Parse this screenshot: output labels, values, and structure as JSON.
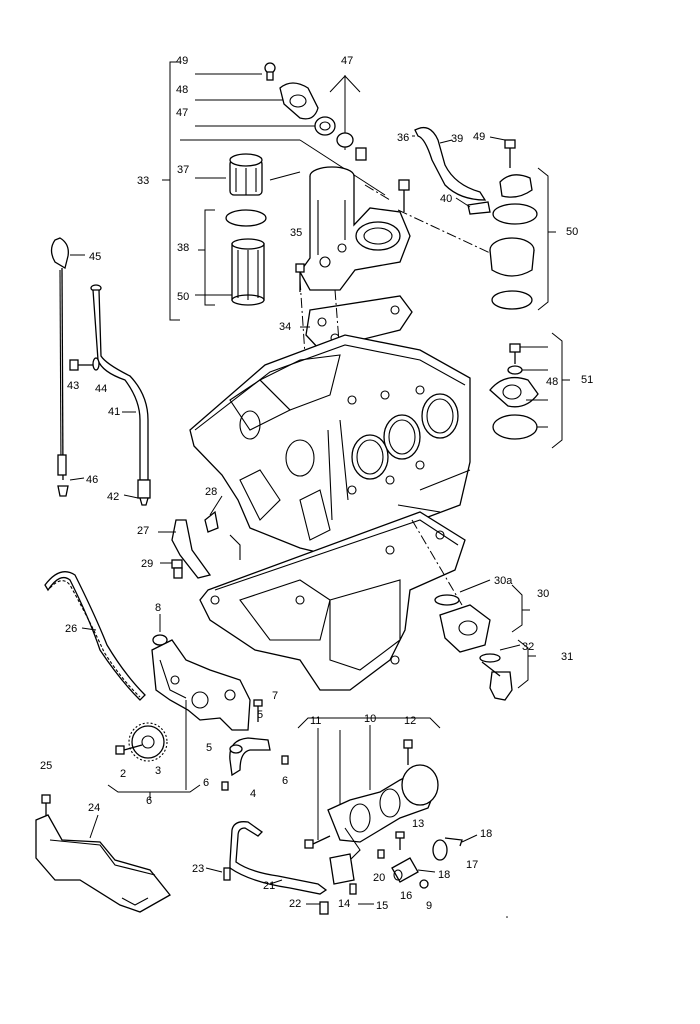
{
  "labels": {
    "49a": "49",
    "48a": "48",
    "47a": "47",
    "47b": "47",
    "36": "36",
    "39": "39",
    "49b": "49",
    "33": "33",
    "37": "37",
    "40": "40",
    "50a": "50",
    "38": "38",
    "35": "35",
    "50b": "50",
    "45": "45",
    "34": "34",
    "51": "51",
    "48b": "48",
    "43": "43",
    "44": "44",
    "41": "41",
    "46": "46",
    "42": "42",
    "28": "28",
    "27": "27",
    "29": "29",
    "30a": "30a",
    "30": "30",
    "8": "8",
    "26": "26",
    "32": "32",
    "31": "31",
    "7": "7",
    "11": "11",
    "10": "10",
    "12": "12",
    "5a": "5",
    "5b": "5",
    "2": "2",
    "3": "3",
    "6a": "6",
    "4": "4",
    "6b": "6",
    "6c": "6",
    "25": "25",
    "24": "24",
    "13": "13",
    "18a": "18",
    "23": "23",
    "21": "21",
    "20": "20",
    "17": "17",
    "18b": "18",
    "16": "16",
    "22": "22",
    "14": "14",
    "15": "15",
    "9": "9"
  }
}
